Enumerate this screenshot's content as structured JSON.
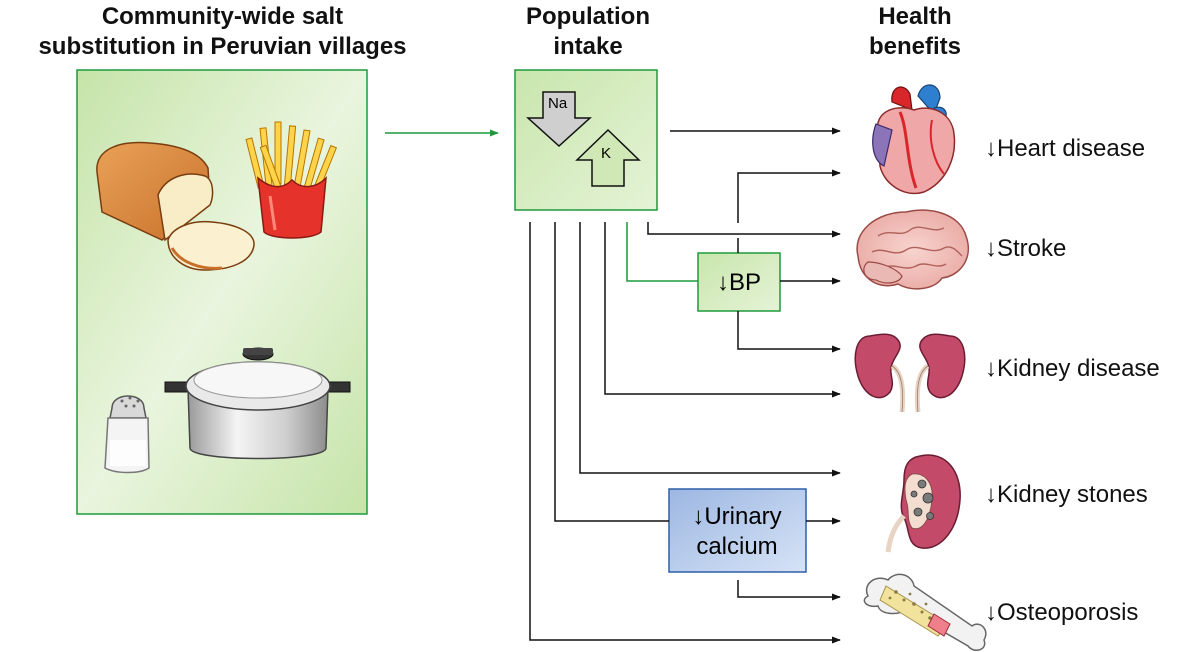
{
  "headers": {
    "left_line1": "Community-wide salt",
    "left_line2": "substitution in Peruvian villages",
    "mid_line1": "Population",
    "mid_line2": "intake",
    "right_line1": "Health",
    "right_line2": "benefits"
  },
  "intake_icon": {
    "sodium": "Na",
    "potassium": "K"
  },
  "intermediates": {
    "bp": "↓BP",
    "urinary_line1": "↓Urinary",
    "urinary_line2": "calcium"
  },
  "outcomes": [
    {
      "label": "↓Heart disease",
      "icon": "heart-icon"
    },
    {
      "label": "↓Stroke",
      "icon": "brain-icon"
    },
    {
      "label": "↓Kidney disease",
      "icon": "kidneys-icon"
    },
    {
      "label": "↓Kidney stones",
      "icon": "kidney-stone-icon"
    },
    {
      "label": "↓Osteoporosis",
      "icon": "bone-icon"
    }
  ],
  "colors": {
    "green_box": "#cfe8b5",
    "green_border": "#1e9a3c",
    "blue_box": "#a9c1e6",
    "blue_border": "#2f5fa8",
    "arrow": "#111111"
  }
}
